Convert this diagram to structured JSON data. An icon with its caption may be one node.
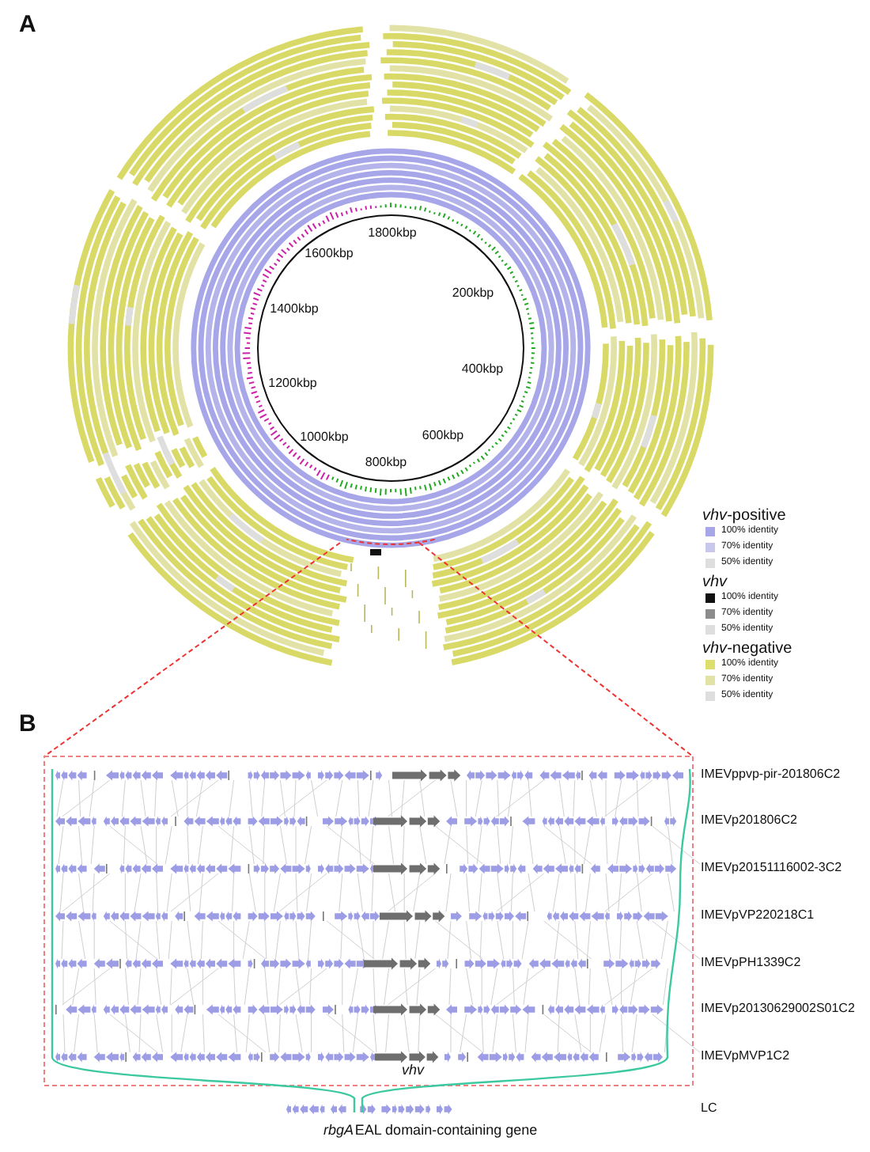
{
  "diagram": {
    "labels": [
      "A",
      "1800kbp",
      "1600kbp",
      "200kbp",
      "1400kbp",
      "400kbp",
      "1200kbp",
      "1000kbp",
      "600kbp",
      "800kbp",
      "*vhv*-positive",
      "*vhv*",
      "*vhv*-negative",
      "B",
      "IMEVppvp-pir-201806C2",
      "IMEVp201806C2",
      "IMEVp20151116002-3C2",
      "IMEVpVP220218C1",
      "IMEVpPH1339C2",
      "IMEVp20130629002S01C2",
      "IMEVpMVP1C2",
      "*vhv*",
      "LC",
      "*rbgA*",
      "EAL domain-containing gene"
    ],
    "legend": [
      {
        "text": "100% identity",
        "color": "#a6a6e8"
      },
      {
        "text": "70% identity",
        "color": "#c8c8ec"
      },
      {
        "text": "50% identity",
        "color": "#dedede"
      },
      {
        "text": "100% identity",
        "color": "#111111"
      },
      {
        "text": "70% identity",
        "color": "#8c8c8c"
      },
      {
        "text": "50% identity",
        "color": "#dedede"
      },
      {
        "text": "100% identity",
        "color": "#dede6c"
      },
      {
        "text": "70% identity",
        "color": "#e2e2a6"
      },
      {
        "text": "50% identity",
        "color": "#dedede"
      }
    ]
  }
}
